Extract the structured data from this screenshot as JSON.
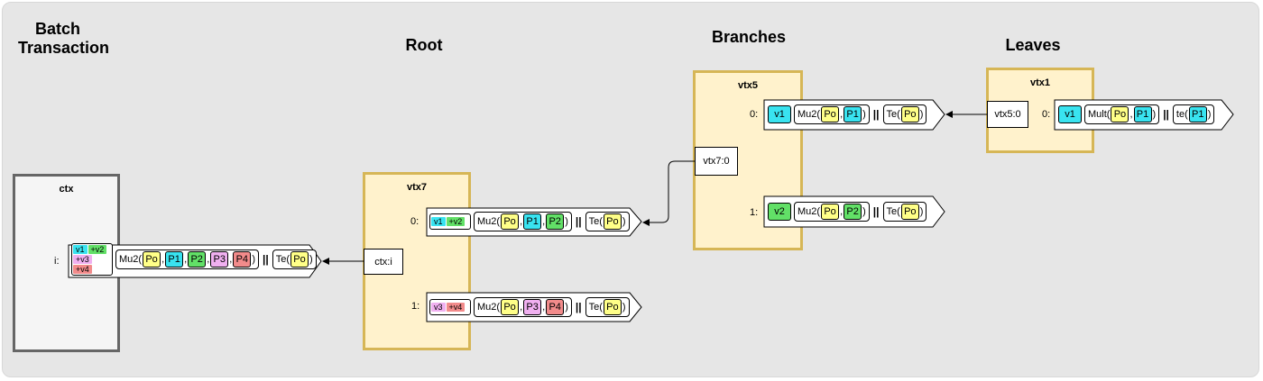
{
  "headings": {
    "batch": "Batch\nTransaction",
    "root": "Root",
    "branches": "Branches",
    "leaves": "Leaves"
  },
  "ctx": {
    "title": "ctx",
    "output": {
      "index": "i:",
      "values": [
        {
          "label": "v1",
          "color": "#39e3f0"
        },
        {
          "label": "+v2",
          "color": "#62e067"
        },
        {
          "label": "+v3",
          "color": "#f0b0f0"
        },
        {
          "label": "+v4",
          "color": "#f28b8b"
        }
      ],
      "func": "Mu2(",
      "args": [
        "Po",
        "P1",
        "P2",
        "P3",
        "P4"
      ],
      "close": ")",
      "sep": "||",
      "tfunc": "Te(",
      "targs": [
        "Po"
      ]
    }
  },
  "vtx7": {
    "title": "vtx7",
    "input": "ctx:i",
    "outputs": [
      {
        "index": "0:",
        "values": [
          {
            "label": "v1",
            "color": "#39e3f0"
          },
          {
            "label": "+v2",
            "color": "#62e067"
          }
        ],
        "func": "Mu2(",
        "args": [
          "Po",
          "P1",
          "P2"
        ],
        "close": ")",
        "sep": "||",
        "tfunc": "Te(",
        "targs": [
          "Po"
        ]
      },
      {
        "index": "1:",
        "values": [
          {
            "label": "v3",
            "color": "#f0b0f0"
          },
          {
            "label": "+v4",
            "color": "#f28b8b"
          }
        ],
        "func": "Mu2(",
        "args": [
          "Po",
          "P3",
          "P4"
        ],
        "close": ")",
        "sep": "||",
        "tfunc": "Te(",
        "targs": [
          "Po"
        ]
      }
    ]
  },
  "vtx5": {
    "title": "vtx5",
    "input": "vtx7:0",
    "outputs": [
      {
        "index": "0:",
        "values": [
          {
            "label": "v1",
            "color": "#39e3f0"
          }
        ],
        "func": "Mu2(",
        "args": [
          "Po",
          "P1"
        ],
        "close": ")",
        "sep": "||",
        "tfunc": "Te(",
        "targs": [
          "Po"
        ]
      },
      {
        "index": "1:",
        "values": [
          {
            "label": "v2",
            "color": "#62e067"
          }
        ],
        "func": "Mu2(",
        "args": [
          "Po",
          "P2"
        ],
        "close": ")",
        "sep": "||",
        "tfunc": "Te(",
        "targs": [
          "Po"
        ]
      }
    ]
  },
  "vtx1": {
    "title": "vtx1",
    "input": "vtx5:0",
    "outputs": [
      {
        "index": "0:",
        "values": [
          {
            "label": "v1",
            "color": "#39e3f0"
          }
        ],
        "func": "Mult(",
        "args": [
          "Po",
          "P1"
        ],
        "close": ")",
        "sep": "||",
        "tfunc": "te(",
        "targs": [
          "P1"
        ]
      }
    ]
  },
  "colors": {
    "Po": "#ffff88",
    "P1": "#39e3f0",
    "P2": "#62e067",
    "P3": "#f0b0f0",
    "P4": "#f28b8b",
    "vtx_fill": "#fff2cc",
    "vtx_border": "#d6b656",
    "ctx_fill": "#f5f5f5",
    "ctx_border": "#666666"
  }
}
